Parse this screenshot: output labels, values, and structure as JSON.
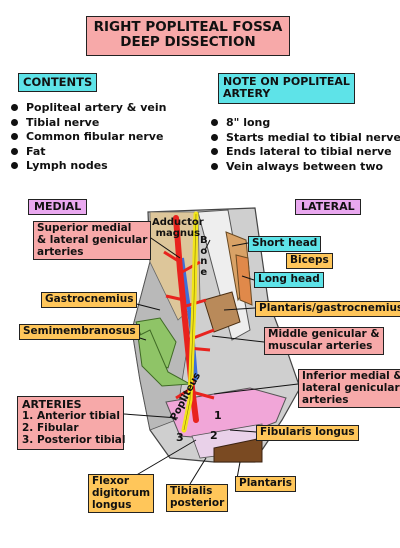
{
  "title": {
    "line1": "RIGHT POPLITEAL FOSSA",
    "line2": "DEEP DISSECTION"
  },
  "contents": {
    "header": "CONTENTS",
    "items": [
      "Popliteal artery & vein",
      "Tibial nerve",
      "Common fibular nerve",
      "Fat",
      "Lymph nodes"
    ]
  },
  "note": {
    "header_line1": "NOTE ON POPLITEAL",
    "header_line2": "ARTERY",
    "items": [
      "8\" long",
      "Starts medial to tibial nerve",
      "Ends lateral to tibial nerve",
      "Vein always between two"
    ]
  },
  "medial": "MEDIAL",
  "lateral": "LATERAL",
  "labels": {
    "sup_genicular": [
      "Superior medial",
      "& lateral genicular",
      "arteries"
    ],
    "adductor": [
      "Adductor",
      "magnus"
    ],
    "bone": [
      "B",
      "o",
      "n",
      "e"
    ],
    "short_head": "Short head",
    "biceps": "Biceps",
    "long_head": "Long head",
    "gastrocnemius": "Gastrocnemius",
    "plantaris_gastro": "Plantaris/gastrocnemius",
    "semimembranosus": "Semimembranosus",
    "middle_genicular": [
      "Middle genicular &",
      "muscular arteries"
    ],
    "inferior_genicular": [
      "Inferior medial &",
      "lateral genicular",
      "arteries"
    ],
    "popliteus": "Popliteus",
    "fibularis_longus": "Fibularis longus",
    "plantaris": "Plantaris",
    "flexor": [
      "Flexor",
      "digitorum",
      "longus"
    ],
    "tibialis": [
      "Tibialis",
      "posterior"
    ],
    "num1": "1",
    "num2": "2",
    "num3": "3"
  },
  "arteries": {
    "header": "ARTERIES",
    "items": [
      "1. Anterior tibial",
      "2. Fibular",
      "3. Posterior tibial"
    ]
  },
  "colors": {
    "pink": "#f7a9a9",
    "cyan": "#5ee3e8",
    "violet": "#e9a8ef",
    "orange": "#ffc65a",
    "artery": "#e8231e",
    "nerve": "#f2e51a",
    "vein": "#3d6fd9",
    "muscle_green": "#8fc467"
  }
}
